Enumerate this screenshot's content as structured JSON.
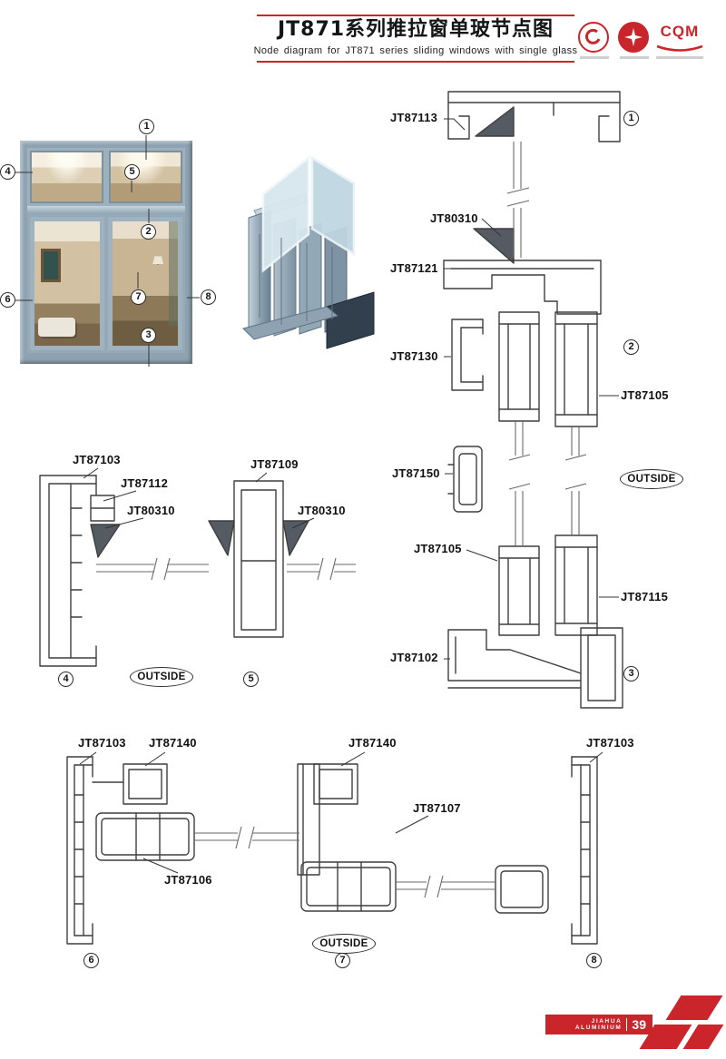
{
  "header": {
    "title_cn": "JT871系列推拉窗单玻节点图",
    "title_en": "Node diagram for JT871 series sliding windows with single glass",
    "logo_cqm_text": "CQM"
  },
  "colors": {
    "accent_red": "#c9252b",
    "drawing_line": "#3f3f3f",
    "frame_blue": "#9db0bd"
  },
  "photo": {
    "callouts": [
      {
        "n": "1"
      },
      {
        "n": "4"
      },
      {
        "n": "5"
      },
      {
        "n": "2"
      },
      {
        "n": "6"
      },
      {
        "n": "7"
      },
      {
        "n": "8"
      },
      {
        "n": "3"
      }
    ]
  },
  "diagram_labels": [
    {
      "text": "JT87113"
    },
    {
      "text": "JT80310"
    },
    {
      "text": "JT87121"
    },
    {
      "text": "JT87130"
    },
    {
      "text": "JT87105"
    },
    {
      "text": "JT87150"
    },
    {
      "text": "JT87105"
    },
    {
      "text": "JT87115"
    },
    {
      "text": "JT87102"
    },
    {
      "text": "JT87103"
    },
    {
      "text": "JT87112"
    },
    {
      "text": "JT80310"
    },
    {
      "text": "JT87109"
    },
    {
      "text": "JT80310"
    },
    {
      "text": "JT87103"
    },
    {
      "text": "JT87140"
    },
    {
      "text": "JT87140"
    },
    {
      "text": "JT87107"
    },
    {
      "text": "JT87106"
    },
    {
      "text": "JT87103"
    }
  ],
  "outside_labels": [
    {
      "text": "OUTSIDE"
    },
    {
      "text": "OUTSIDE"
    },
    {
      "text": "OUTSIDE"
    }
  ],
  "diagram_callouts": [
    {
      "n": "1"
    },
    {
      "n": "2"
    },
    {
      "n": "3"
    },
    {
      "n": "4"
    },
    {
      "n": "5"
    },
    {
      "n": "6"
    },
    {
      "n": "7"
    },
    {
      "n": "8"
    }
  ],
  "footer": {
    "brand_line1": "JIAHUA",
    "brand_line2": "ALUMINIUM",
    "page": "39"
  }
}
